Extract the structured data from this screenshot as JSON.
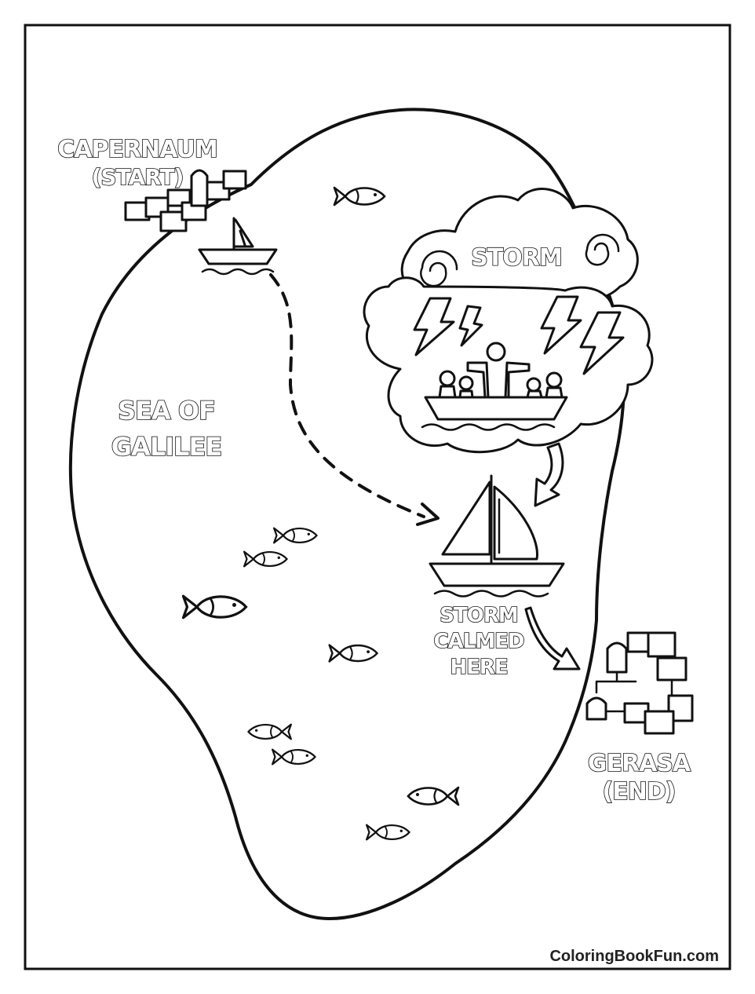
{
  "labels": {
    "start_line1": "CAPERNAUM",
    "start_line2": "(START)",
    "sea_line1": "SEA OF",
    "sea_line2": "GALILEE",
    "storm": "STORM",
    "calm_line1": "STORM",
    "calm_line2": "CALMED",
    "calm_line3": "HERE",
    "end_line1": "GERASA",
    "end_line2": "(END)"
  },
  "credit": "ColoringBookFun.com",
  "colors": {
    "ink": "#111111",
    "paper": "#ffffff"
  },
  "icons": [
    "town-icon",
    "sailboat-icon",
    "fish-icon",
    "storm-cloud-icon",
    "lightning-icon",
    "arrow-icon",
    "house-icon"
  ]
}
